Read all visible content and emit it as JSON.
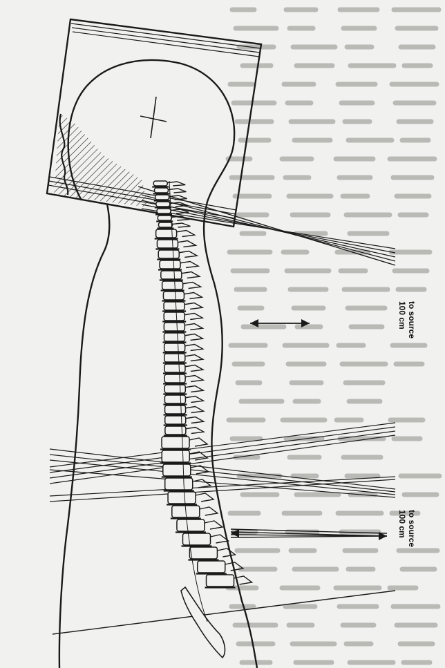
{
  "labels": {
    "distance_upper": [
      "100 cm",
      "to source"
    ],
    "distance_lower": [
      "100 cm",
      "to source"
    ]
  },
  "colors": {
    "ink": "#1a1a1a",
    "page": "#f1f1ef",
    "bleed_text": "#b9b9b6"
  }
}
